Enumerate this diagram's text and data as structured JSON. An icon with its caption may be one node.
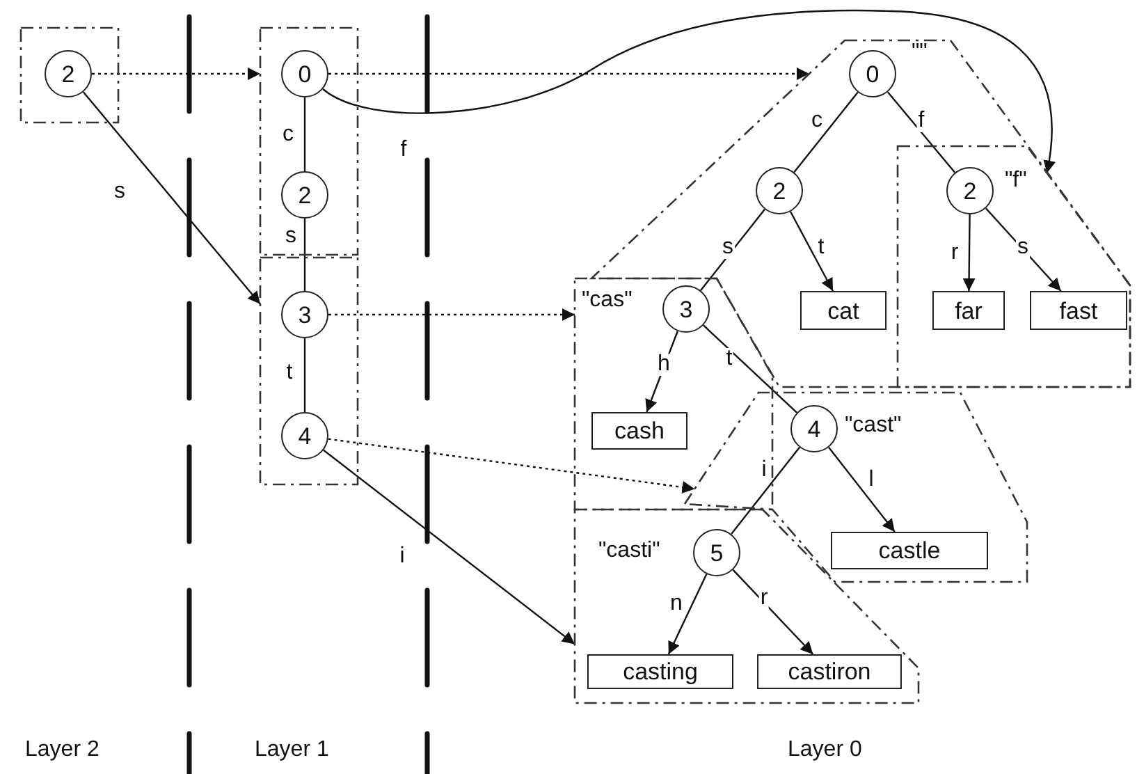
{
  "diagram": {
    "nodes": [
      {
        "text": [],
        "shape": "box"
      },
      {
        "text": [
          "2"
        ],
        "in": 0
      },
      {
        "text": [],
        "shape": "box"
      },
      {
        "text": [
          "0"
        ],
        "in": 2
      },
      {
        "text": [
          "2"
        ],
        "in": 2
      },
      {
        "text": [],
        "shape": "box"
      },
      {
        "text": [
          "3"
        ],
        "in": 5
      },
      {
        "text": [
          "4"
        ],
        "in": 5
      },
      {
        "text": [],
        "shape": "box"
      },
      {
        "text": [
          "0"
        ],
        "beside": [
          "\"\""
        ],
        "in": 8
      },
      {
        "text": [
          "2"
        ],
        "in": 8
      },
      {
        "text": [
          "cat"
        ],
        "in": 8
      },
      {
        "text": [],
        "shape": "box",
        "in": 8
      },
      {
        "text": [
          "2"
        ],
        "beside": [
          "\"f\""
        ],
        "in": 12
      },
      {
        "text": [
          "far"
        ],
        "in": 12
      },
      {
        "text": [
          "fast"
        ],
        "in": 12
      },
      {
        "text": [],
        "shape": "box"
      },
      {
        "text": [
          "3"
        ],
        "beside": [
          "\"cas\""
        ],
        "in": 16
      },
      {
        "text": [
          "cash"
        ],
        "in": 16
      },
      {
        "text": [],
        "shape": "box"
      },
      {
        "text": [
          "4"
        ],
        "beside": [
          "\"cast\""
        ],
        "in": 19
      },
      {
        "text": [
          "castle"
        ],
        "in": 19
      },
      {
        "text": [],
        "shape": "box"
      },
      {
        "text": [
          "5"
        ],
        "beside": [
          "\"casti\""
        ],
        "in": 22
      },
      {
        "text": [
          "casting"
        ],
        "in": 22
      },
      {
        "text": [
          "castiron"
        ],
        "in": 22
      }
    ],
    "edges": [
      {
        "from": 1,
        "to": 2,
        "arrow": "to",
        "style": "dashed"
      },
      {
        "from": 1,
        "to": 5,
        "arrow": "to",
        "label": "s"
      },
      {
        "from": 3,
        "to": 4,
        "arrow": "none",
        "label": "c"
      },
      {
        "from": 4,
        "to": 6,
        "arrow": "none",
        "label": "s"
      },
      {
        "from": 6,
        "to": 7,
        "arrow": "none",
        "label": "t"
      },
      {
        "from": 3,
        "to": 8,
        "arrow": "to",
        "style": "dashed"
      },
      {
        "from": 3,
        "to": 12,
        "arrow": "to",
        "label": "f"
      },
      {
        "from": 6,
        "to": 16,
        "arrow": "to",
        "style": "dashed"
      },
      {
        "from": 7,
        "to": 19,
        "arrow": "to",
        "style": "dashed"
      },
      {
        "from": 7,
        "to": 22,
        "arrow": "to",
        "label": "i"
      },
      {
        "from": 9,
        "to": 10,
        "arrow": "none",
        "label": "c"
      },
      {
        "from": 9,
        "to": 13,
        "arrow": "none",
        "label": "f"
      },
      {
        "from": 10,
        "to": 17,
        "arrow": "none",
        "label": "s"
      },
      {
        "from": 10,
        "to": 11,
        "arrow": "to",
        "label": "t"
      },
      {
        "from": 13,
        "to": 14,
        "arrow": "to",
        "label": "r"
      },
      {
        "from": 13,
        "to": 15,
        "arrow": "to",
        "label": "s"
      },
      {
        "from": 17,
        "to": 18,
        "arrow": "to",
        "label": "h"
      },
      {
        "from": 17,
        "to": 20,
        "arrow": "none",
        "label": "t"
      },
      {
        "from": 20,
        "to": 21,
        "arrow": "to",
        "label": "l"
      },
      {
        "from": 20,
        "to": 23,
        "arrow": "none",
        "label": "i"
      },
      {
        "from": 23,
        "to": 24,
        "arrow": "to",
        "label": "n"
      },
      {
        "from": 23,
        "to": 25,
        "arrow": "to",
        "label": "r"
      }
    ],
    "labels": [
      "Layer 2",
      "Layer 1",
      "Layer 0"
    ]
  }
}
